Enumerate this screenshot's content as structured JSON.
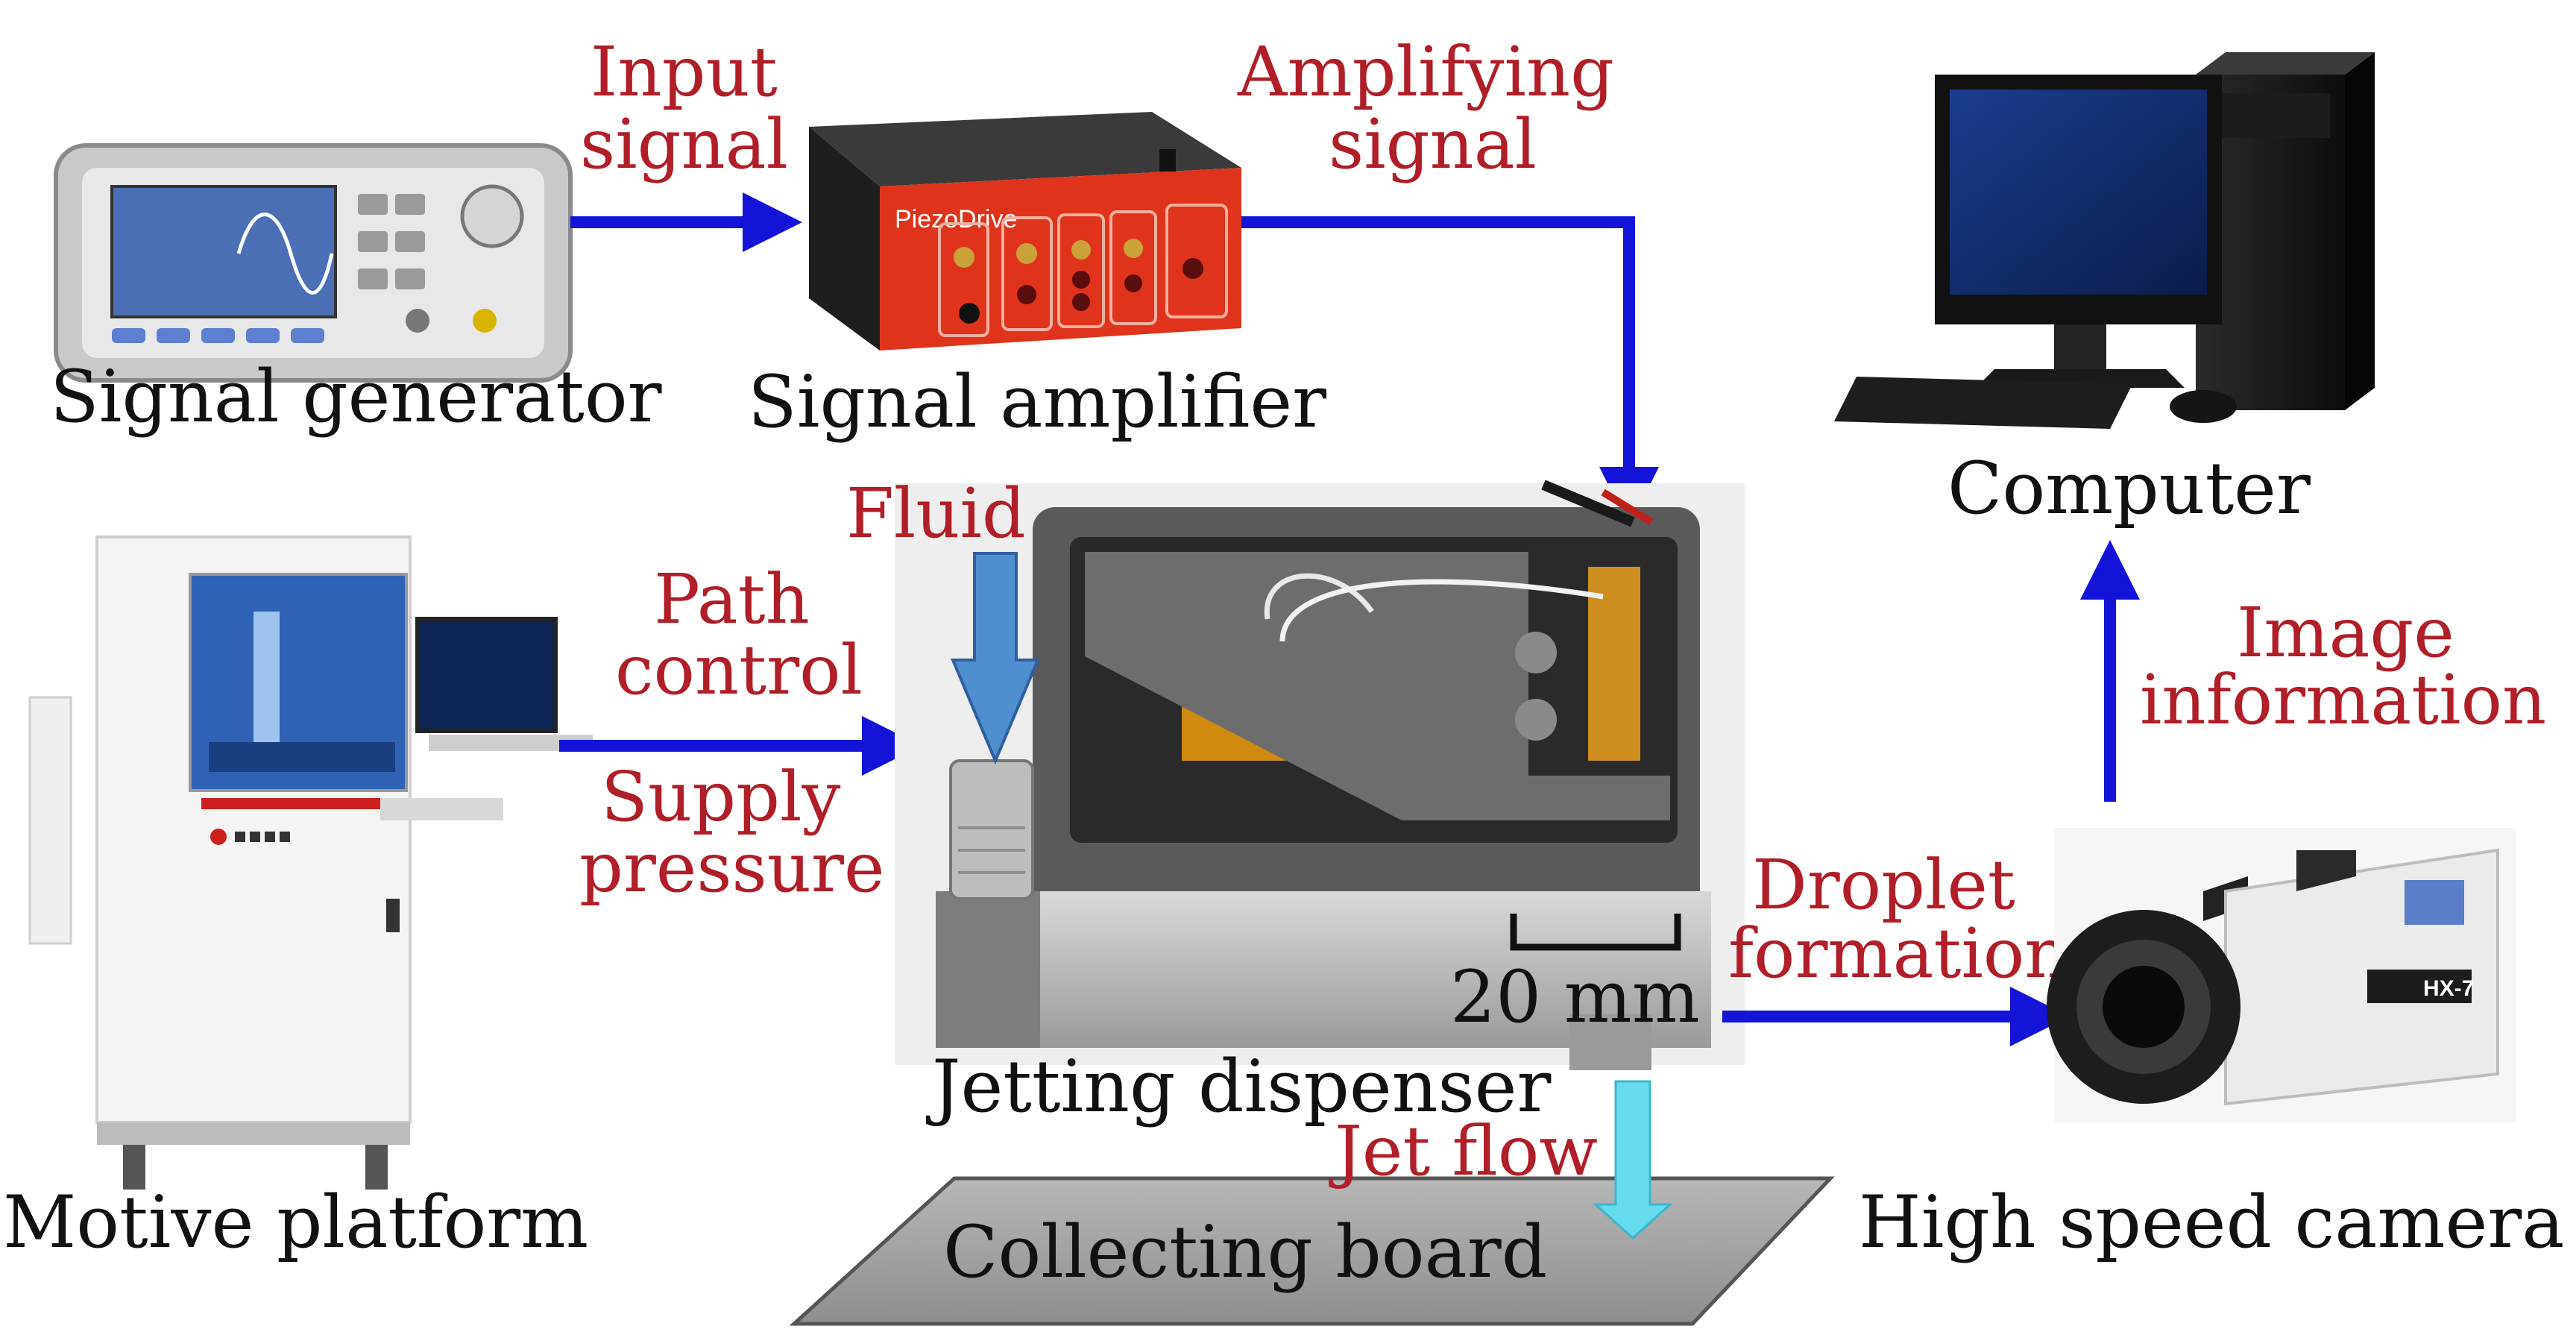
{
  "colors": {
    "arrow": "#1414d8",
    "fluid_arrow": "#4f8fcf",
    "jet_arrow": "#66dbee",
    "label_red": "#b01e28",
    "label_black": "#111111"
  },
  "devices": {
    "signal_generator": "Signal generator",
    "signal_amplifier": "Signal amplifier",
    "computer": "Computer",
    "motive_platform": "Motive platform",
    "jetting_dispenser": "Jetting dispenser",
    "high_speed_camera": "High speed  camera",
    "collecting_board": "Collecting board"
  },
  "signals": {
    "input_signal": [
      "Input",
      "signal"
    ],
    "amplifying_signal": [
      "Amplifying",
      "signal"
    ],
    "fluid": "Fluid",
    "path_control": [
      "Path",
      "control"
    ],
    "supply_pressure": [
      "Supply",
      "pressure"
    ],
    "droplet_formation": [
      "Droplet",
      "formation"
    ],
    "image_information": [
      "Image",
      "information"
    ],
    "jet_flow": "Jet flow"
  },
  "scale_bar": "20 mm",
  "brand": {
    "amplifier": "PiezoDrive",
    "camera": "HX-7"
  }
}
